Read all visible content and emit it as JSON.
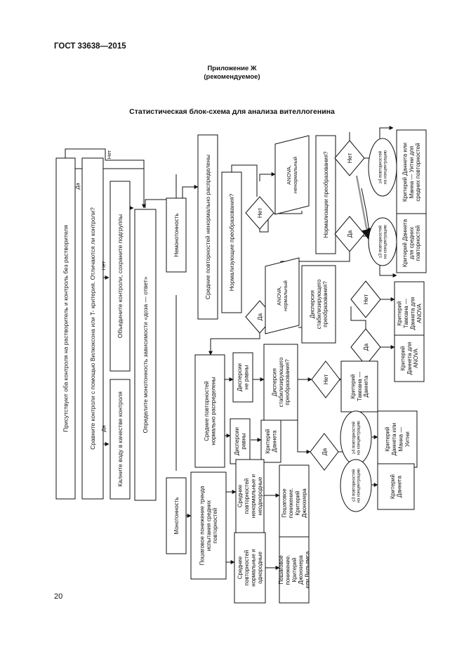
{
  "header": {
    "doc_code": "ГОСТ 33638—2015"
  },
  "appendix": {
    "title": "Приложение Ж",
    "subtitle": "(рекомендуемое)"
  },
  "chart": {
    "title": "Статистическая блок-схема для анализа вителлогенина"
  },
  "footer": {
    "page_number": "20"
  },
  "nodes": [
    {
      "id": "n1",
      "shape": "rect",
      "lines": [
        "Присутствуют оба контроля на растворитель и контроль без растворителя"
      ]
    },
    {
      "id": "n2",
      "shape": "rect",
      "lines": [
        "Сравните контроли с помощью Вилкоксона или T- критерия. Отличаются ли контроли?"
      ]
    },
    {
      "id": "n3",
      "shape": "rect",
      "lines": [
        "Объедините контроли, сохраните подгруппы"
      ]
    },
    {
      "id": "n4",
      "shape": "rect",
      "lines": [
        "Калните воду в качестве контроля"
      ]
    },
    {
      "id": "n5",
      "shape": "rect",
      "lines": [
        "Определите монотонность зависимости «доза — ответ»"
      ]
    },
    {
      "id": "n6",
      "shape": "rect",
      "lines": [
        "Немонотонность"
      ]
    },
    {
      "id": "n7",
      "shape": "rect",
      "lines": [
        "Средние повторностей ненормально распределены"
      ]
    },
    {
      "id": "n8",
      "shape": "rect",
      "lines": [
        "Нормализующие преобразования?"
      ]
    },
    {
      "id": "d1",
      "shape": "diamond",
      "lines": [
        "Нет"
      ]
    },
    {
      "id": "d2",
      "shape": "diamond",
      "lines": [
        "Да"
      ]
    },
    {
      "id": "n9",
      "shape": "para",
      "lines": [
        "ANOVA,",
        "ненормальный"
      ]
    },
    {
      "id": "n10",
      "shape": "rect",
      "lines": [
        "Нормализации преобразования?"
      ]
    },
    {
      "id": "d3",
      "shape": "diamond",
      "lines": [
        "Нет"
      ]
    },
    {
      "id": "d4",
      "shape": "diamond",
      "lines": [
        "Да"
      ]
    },
    {
      "id": "e1",
      "shape": "ellipse",
      "lines": [
        "≥4 повторностей",
        "на концентрацию"
      ]
    },
    {
      "id": "e2",
      "shape": "ellipse",
      "lines": [
        "≤3 повторностей",
        "на концентрацию"
      ]
    },
    {
      "id": "n11",
      "shape": "rect",
      "lines": [
        "Критерий Даннета или",
        "Манна — Уитни для",
        "средних повторностей"
      ]
    },
    {
      "id": "n12",
      "shape": "rect",
      "lines": [
        "Критерий Даннета",
        "для средних",
        "повторностей"
      ]
    },
    {
      "id": "n13",
      "shape": "para",
      "lines": [
        "ANOVA,",
        "нормальный"
      ]
    },
    {
      "id": "n14",
      "shape": "rect",
      "lines": [
        "Дисперсия",
        "стабилизирующего",
        "преобразования?"
      ]
    },
    {
      "id": "d5",
      "shape": "diamond",
      "lines": [
        "Нет"
      ]
    },
    {
      "id": "d6",
      "shape": "diamond",
      "lines": [
        "Да"
      ]
    },
    {
      "id": "n15",
      "shape": "rect",
      "lines": [
        "Критерий",
        "Тамхана —",
        "Даннета для",
        "ANOVA"
      ]
    },
    {
      "id": "n16",
      "shape": "rect",
      "lines": [
        "Критерий",
        "Даннета для",
        "ANOVA"
      ]
    },
    {
      "id": "n17",
      "shape": "rect",
      "lines": [
        "Средние повторностей",
        "нормально распределены"
      ]
    },
    {
      "id": "n18",
      "shape": "rect",
      "lines": [
        "Дисперсии",
        "не равны"
      ]
    },
    {
      "id": "n19",
      "shape": "rect",
      "lines": [
        "Дисперсия",
        "стабилизирующего",
        "преобразования?"
      ]
    },
    {
      "id": "d7",
      "shape": "diamond",
      "lines": [
        "Нет"
      ]
    },
    {
      "id": "n20",
      "shape": "rect",
      "lines": [
        "Критерий",
        "Тамхана —",
        "Даннета"
      ]
    },
    {
      "id": "d8",
      "shape": "diamond",
      "lines": [
        "Да"
      ]
    },
    {
      "id": "e3",
      "shape": "ellipse",
      "lines": [
        "≥4 повторностей",
        "на концентрацию"
      ]
    },
    {
      "id": "e4",
      "shape": "ellipse",
      "lines": [
        "≤3 повторностей",
        "на концентрацию"
      ]
    },
    {
      "id": "n21",
      "shape": "rect",
      "lines": [
        "Критерий",
        "Даннета или",
        "Манна —",
        "Уитни"
      ]
    },
    {
      "id": "n22",
      "shape": "rect",
      "lines": [
        "Критерий",
        "Даннета"
      ]
    },
    {
      "id": "n23",
      "shape": "rect",
      "lines": [
        "Дисперсии",
        "равны"
      ]
    },
    {
      "id": "n24",
      "shape": "rect",
      "lines": [
        "Критерий",
        "Даннета"
      ]
    },
    {
      "id": "n25",
      "shape": "rect",
      "lines": [
        "Монотонность"
      ]
    },
    {
      "id": "n26",
      "shape": "rect",
      "lines": [
        "Пошаговое понижение тренда",
        "испытания средних",
        "повторностей"
      ]
    },
    {
      "id": "n27",
      "shape": "rect",
      "lines": [
        "Средние",
        "повторностей",
        "ненормальные и",
        "неоднородные"
      ]
    },
    {
      "id": "n28",
      "shape": "rect",
      "lines": [
        "Пошаговое",
        "понижение.",
        "Критерий",
        "Джонхиера"
      ]
    },
    {
      "id": "n29",
      "shape": "rect",
      "lines": [
        "Средние",
        "повторностей",
        "нормальные и",
        "однородные"
      ]
    },
    {
      "id": "n30",
      "shape": "rect",
      "lines": [
        "Пошаговое",
        "понижение.",
        "Критерий",
        "Джонхиера",
        "или Вильямса"
      ]
    }
  ],
  "edge_labels": [
    {
      "id": "l1",
      "text": "Нет"
    },
    {
      "id": "l2",
      "text": "Да"
    },
    {
      "id": "l3",
      "text": "Нет"
    },
    {
      "id": "l4",
      "text": "Да"
    }
  ]
}
